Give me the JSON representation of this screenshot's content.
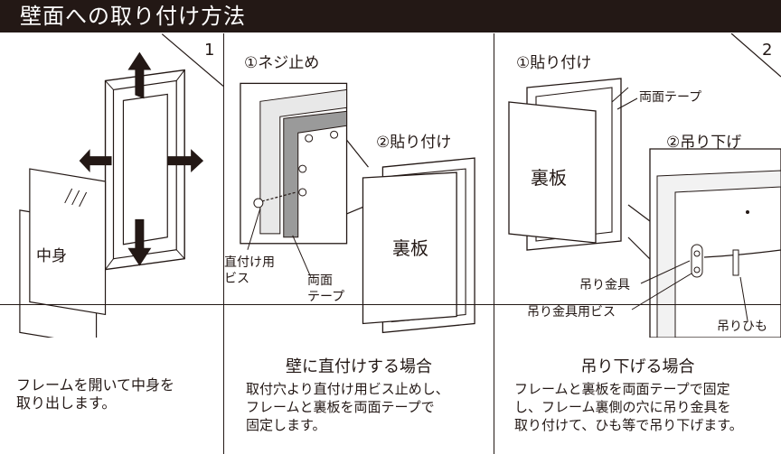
{
  "header": {
    "title": "壁面への取り付け方法"
  },
  "panel1": {
    "step_number": "1",
    "contents_label": "中身",
    "caption": "フレームを開いて中身を\n取り出します。"
  },
  "panel2": {
    "step1": "①ネジ止め",
    "step2": "②貼り付け",
    "screw_label": "直付け用\nビス",
    "tape_label": "両面\nテープ",
    "back_board": "裏板",
    "caption_title": "壁に直付けする場合",
    "caption": "取付穴より直付け用ビス止めし、\nフレームと裏板を両面テープで\n固定します。"
  },
  "panel3": {
    "step_number": "2",
    "step1": "①貼り付け",
    "step2": "②吊り下げ",
    "tape_label": "両面テープ",
    "back_board": "裏板",
    "bracket_label": "吊り金具",
    "bracket_screw_label": "吊り金具用ビス",
    "string_label": "吊りひも",
    "caption_title": "吊り下げる場合",
    "caption": "フレームと裏板を両面テープで固定\nし、フレーム裏側の穴に吊り金具を\n取り付けて、ひも等で吊り下げます。"
  }
}
